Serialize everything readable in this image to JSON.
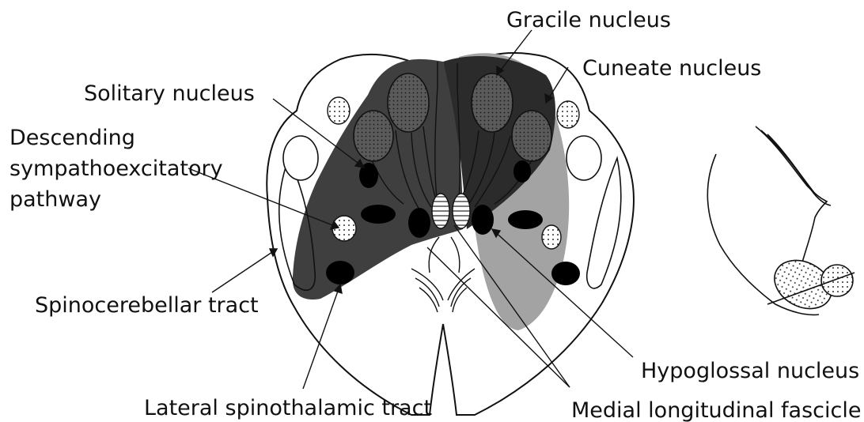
{
  "diagram": {
    "labels": {
      "gracile_nucleus": "Gracile nucleus",
      "cuneate_nucleus": "Cuneate nucleus",
      "solitary_nucleus": "Solitary nucleus",
      "descending_sympathoexcitatory_pathway": [
        "Descending",
        "sympathoexcitatory",
        "pathway"
      ],
      "spinocerebellar_tract": "Spinocerebellar tract",
      "lateral_spinothalamic_tract": "Lateral spinothalamic tract",
      "hypoglossal_nucleus": "Hypoglossal nucleus",
      "medial_longitudinal_fascicle": "Medial longitudinal fascicle"
    },
    "colors": {
      "dark_lesion": "#3f3f3f",
      "mid_lesion": "#2b2b2b",
      "light_lesion": "#a3a3a3",
      "outline": "#111111",
      "nucleus_fill": "#000000",
      "background": "#ffffff"
    }
  }
}
